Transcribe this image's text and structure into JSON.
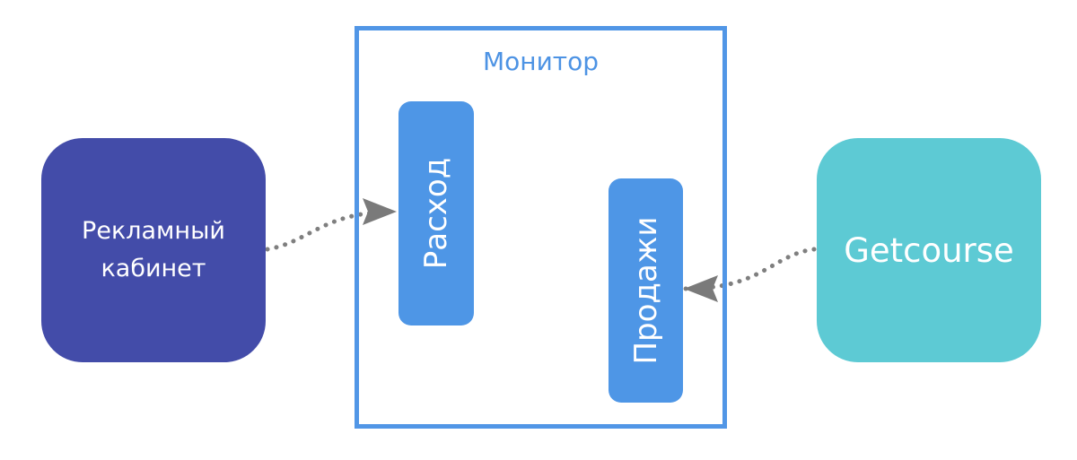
{
  "monitor": {
    "title": "Монитор"
  },
  "nodes": {
    "ad_cabinet": "Рекламный кабинет",
    "getcourse": "Getcourse"
  },
  "metrics": {
    "expense": "Расход",
    "sales": "Продажи"
  },
  "colors": {
    "ad_cabinet": "#434ca9",
    "getcourse": "#5dcad4",
    "monitor": "#5196e6",
    "pill": "#4e96e6",
    "connector": "#808080"
  }
}
